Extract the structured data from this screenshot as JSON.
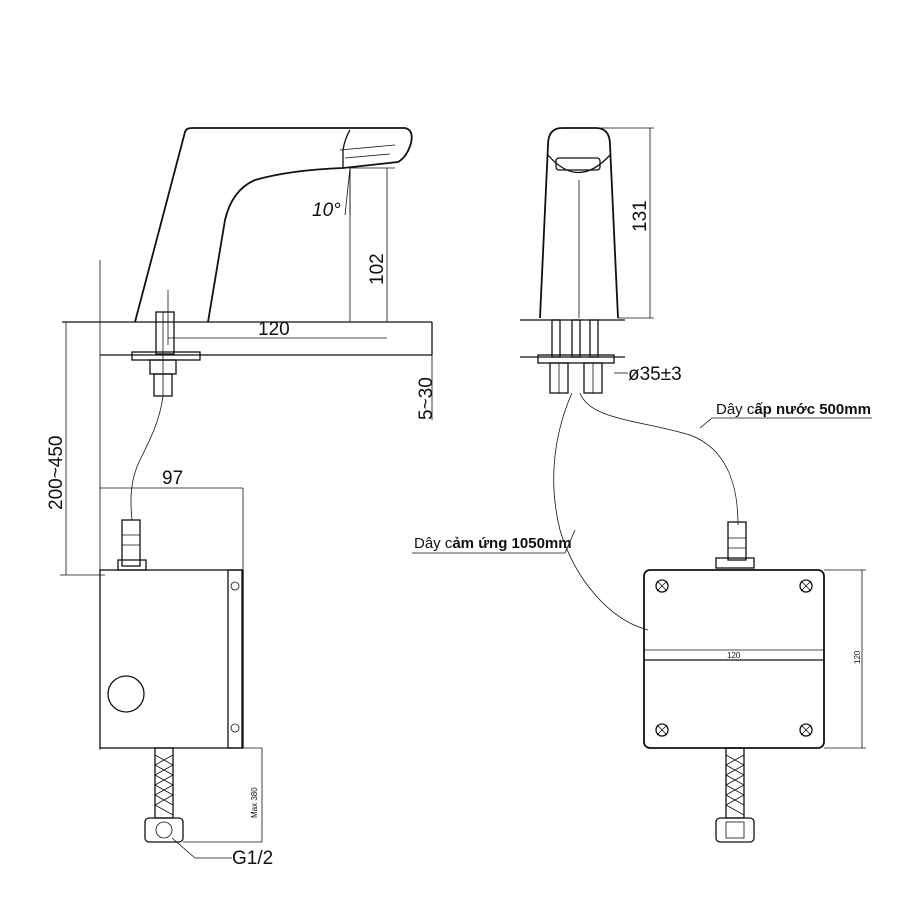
{
  "dimensions": {
    "spout_angle": "10°",
    "spout_height": "102",
    "spout_reach": "120",
    "deck_thickness": "5~30",
    "supply_distance": "200~450",
    "box_width": "97",
    "max_hose": "Max 380",
    "thread": "G1/2",
    "faucet_height": "131",
    "hole_diameter": "ø35±3",
    "box_front_width": "120",
    "box_front_height": "120"
  },
  "callouts": {
    "sensor_wire_prefix": "Dây c",
    "sensor_wire_bold": "ảm ứng 1050mm",
    "supply_hose_prefix": "Dây c",
    "supply_hose_bold": "ấp nước 500mm"
  }
}
